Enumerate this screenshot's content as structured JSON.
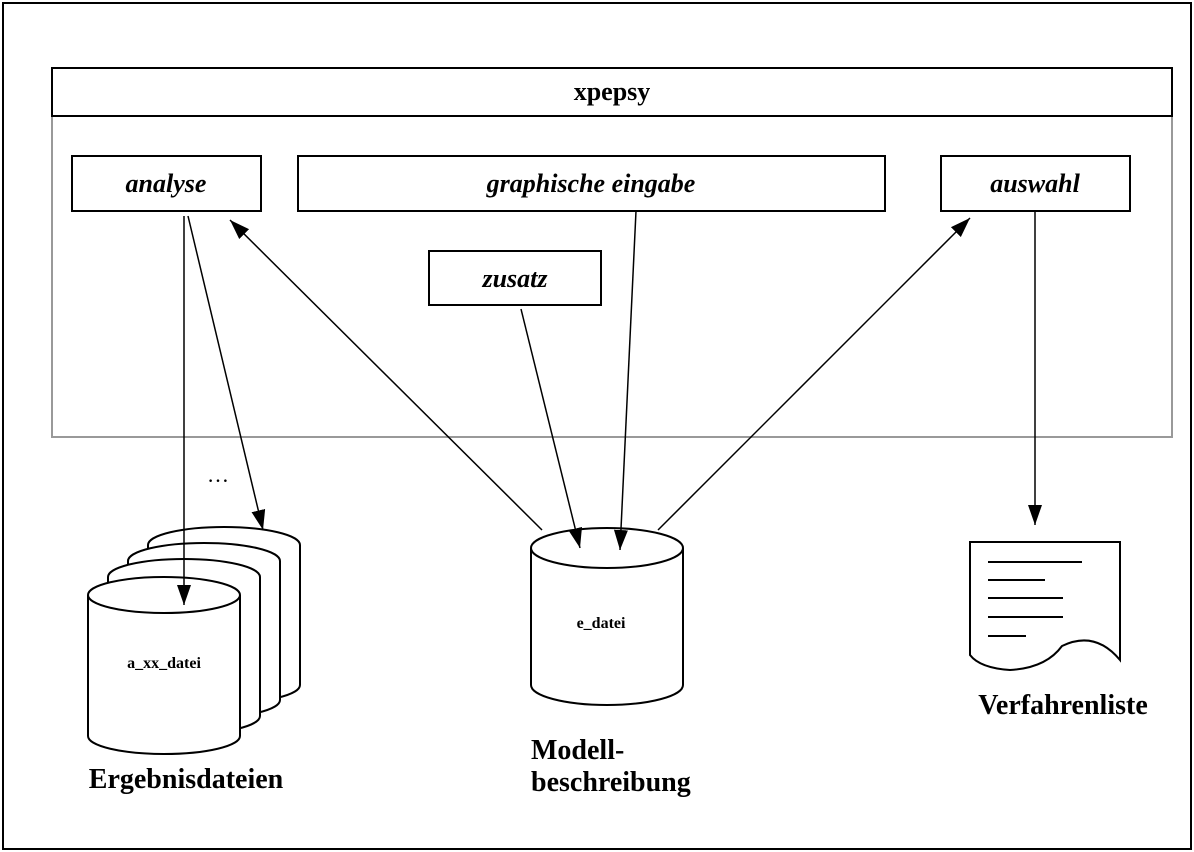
{
  "app": {
    "title": "xpepsy"
  },
  "modules": {
    "analyse": "analyse",
    "graphische_eingabe": "graphische eingabe",
    "auswahl": "auswahl",
    "zusatz": "zusatz"
  },
  "stores": {
    "result_file": "a_xx_datei",
    "input_file": "e_datei",
    "ellipsis": "…"
  },
  "captions": {
    "results": "Ergebnisdateien",
    "model_line1": "Modell-",
    "model_line2": "beschreibung",
    "procedures": "Verfahrenliste"
  }
}
